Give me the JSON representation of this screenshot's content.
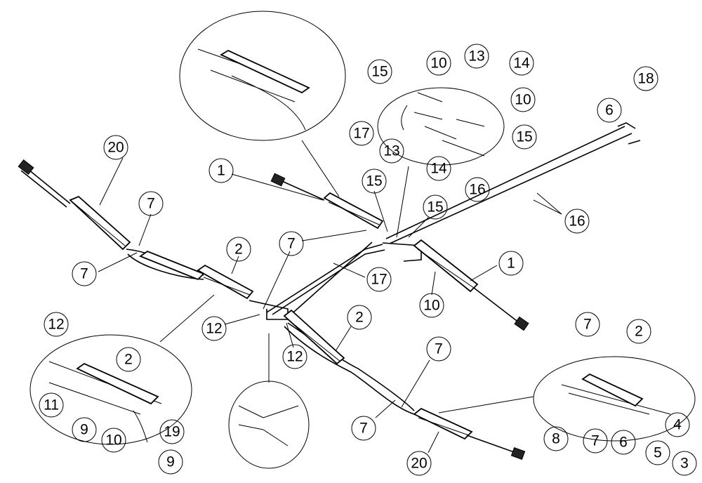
{
  "diagram": {
    "callouts": [
      {
        "id": "c-20a",
        "label": "20"
      },
      {
        "id": "c-7a",
        "label": "7"
      },
      {
        "id": "c-7b",
        "label": "7"
      },
      {
        "id": "c-2a",
        "label": "2"
      },
      {
        "id": "c-1a",
        "label": "1"
      },
      {
        "id": "c-7c",
        "label": "7"
      },
      {
        "id": "c-15a",
        "label": "15"
      },
      {
        "id": "c-15b",
        "label": "15"
      },
      {
        "id": "c-17a",
        "label": "17"
      },
      {
        "id": "c-1b",
        "label": "1"
      },
      {
        "id": "c-10a",
        "label": "10"
      },
      {
        "id": "c-16a",
        "label": "16"
      },
      {
        "id": "c-12a",
        "label": "12"
      },
      {
        "id": "c-12b",
        "label": "12"
      },
      {
        "id": "c-2b",
        "label": "2"
      },
      {
        "id": "c-7d",
        "label": "7"
      },
      {
        "id": "c-7e",
        "label": "7"
      },
      {
        "id": "c-20b",
        "label": "20"
      },
      {
        "id": "c-15c",
        "label": "15"
      },
      {
        "id": "c-10b",
        "label": "10"
      },
      {
        "id": "c-13a",
        "label": "13"
      },
      {
        "id": "c-14a",
        "label": "14"
      },
      {
        "id": "c-10c",
        "label": "10"
      },
      {
        "id": "c-17b",
        "label": "17"
      },
      {
        "id": "c-15d",
        "label": "15"
      },
      {
        "id": "c-13b",
        "label": "13"
      },
      {
        "id": "c-14b",
        "label": "14"
      },
      {
        "id": "c-16b",
        "label": "16"
      },
      {
        "id": "c-6a",
        "label": "6"
      },
      {
        "id": "c-18a",
        "label": "18"
      },
      {
        "id": "c-12c",
        "label": "12"
      },
      {
        "id": "c-2c",
        "label": "2"
      },
      {
        "id": "c-11a",
        "label": "11"
      },
      {
        "id": "c-9a",
        "label": "9"
      },
      {
        "id": "c-10d",
        "label": "10"
      },
      {
        "id": "c-19a",
        "label": "19"
      },
      {
        "id": "c-9b",
        "label": "9"
      },
      {
        "id": "c-7f",
        "label": "7"
      },
      {
        "id": "c-2d",
        "label": "2"
      },
      {
        "id": "c-8a",
        "label": "8"
      },
      {
        "id": "c-7g",
        "label": "7"
      },
      {
        "id": "c-6b",
        "label": "6"
      },
      {
        "id": "c-5a",
        "label": "5"
      },
      {
        "id": "c-4a",
        "label": "4"
      },
      {
        "id": "c-3a",
        "label": "3"
      }
    ]
  }
}
